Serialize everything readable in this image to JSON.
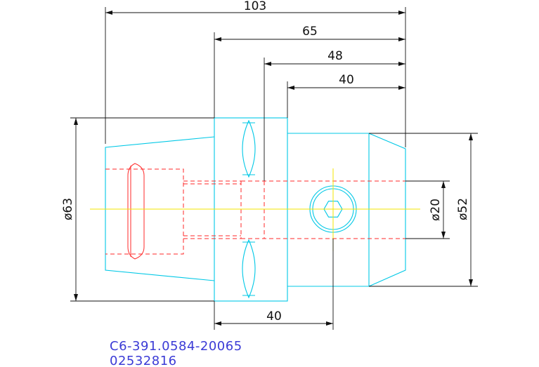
{
  "dimensions": {
    "d103": "103",
    "d65": "65",
    "d48": "48",
    "d40_top": "40",
    "d40_bottom": "40",
    "dia63": "ø63",
    "dia52": "ø52",
    "dia20": "ø20"
  },
  "part_label": {
    "code": "C6-391.0584-20065",
    "number": "02532816"
  },
  "colors": {
    "outline": "#00c8e6",
    "hidden": "#ff2a2a",
    "centerline": "#f3e600",
    "dimension": "#111111",
    "label": "#3b3bd6"
  }
}
